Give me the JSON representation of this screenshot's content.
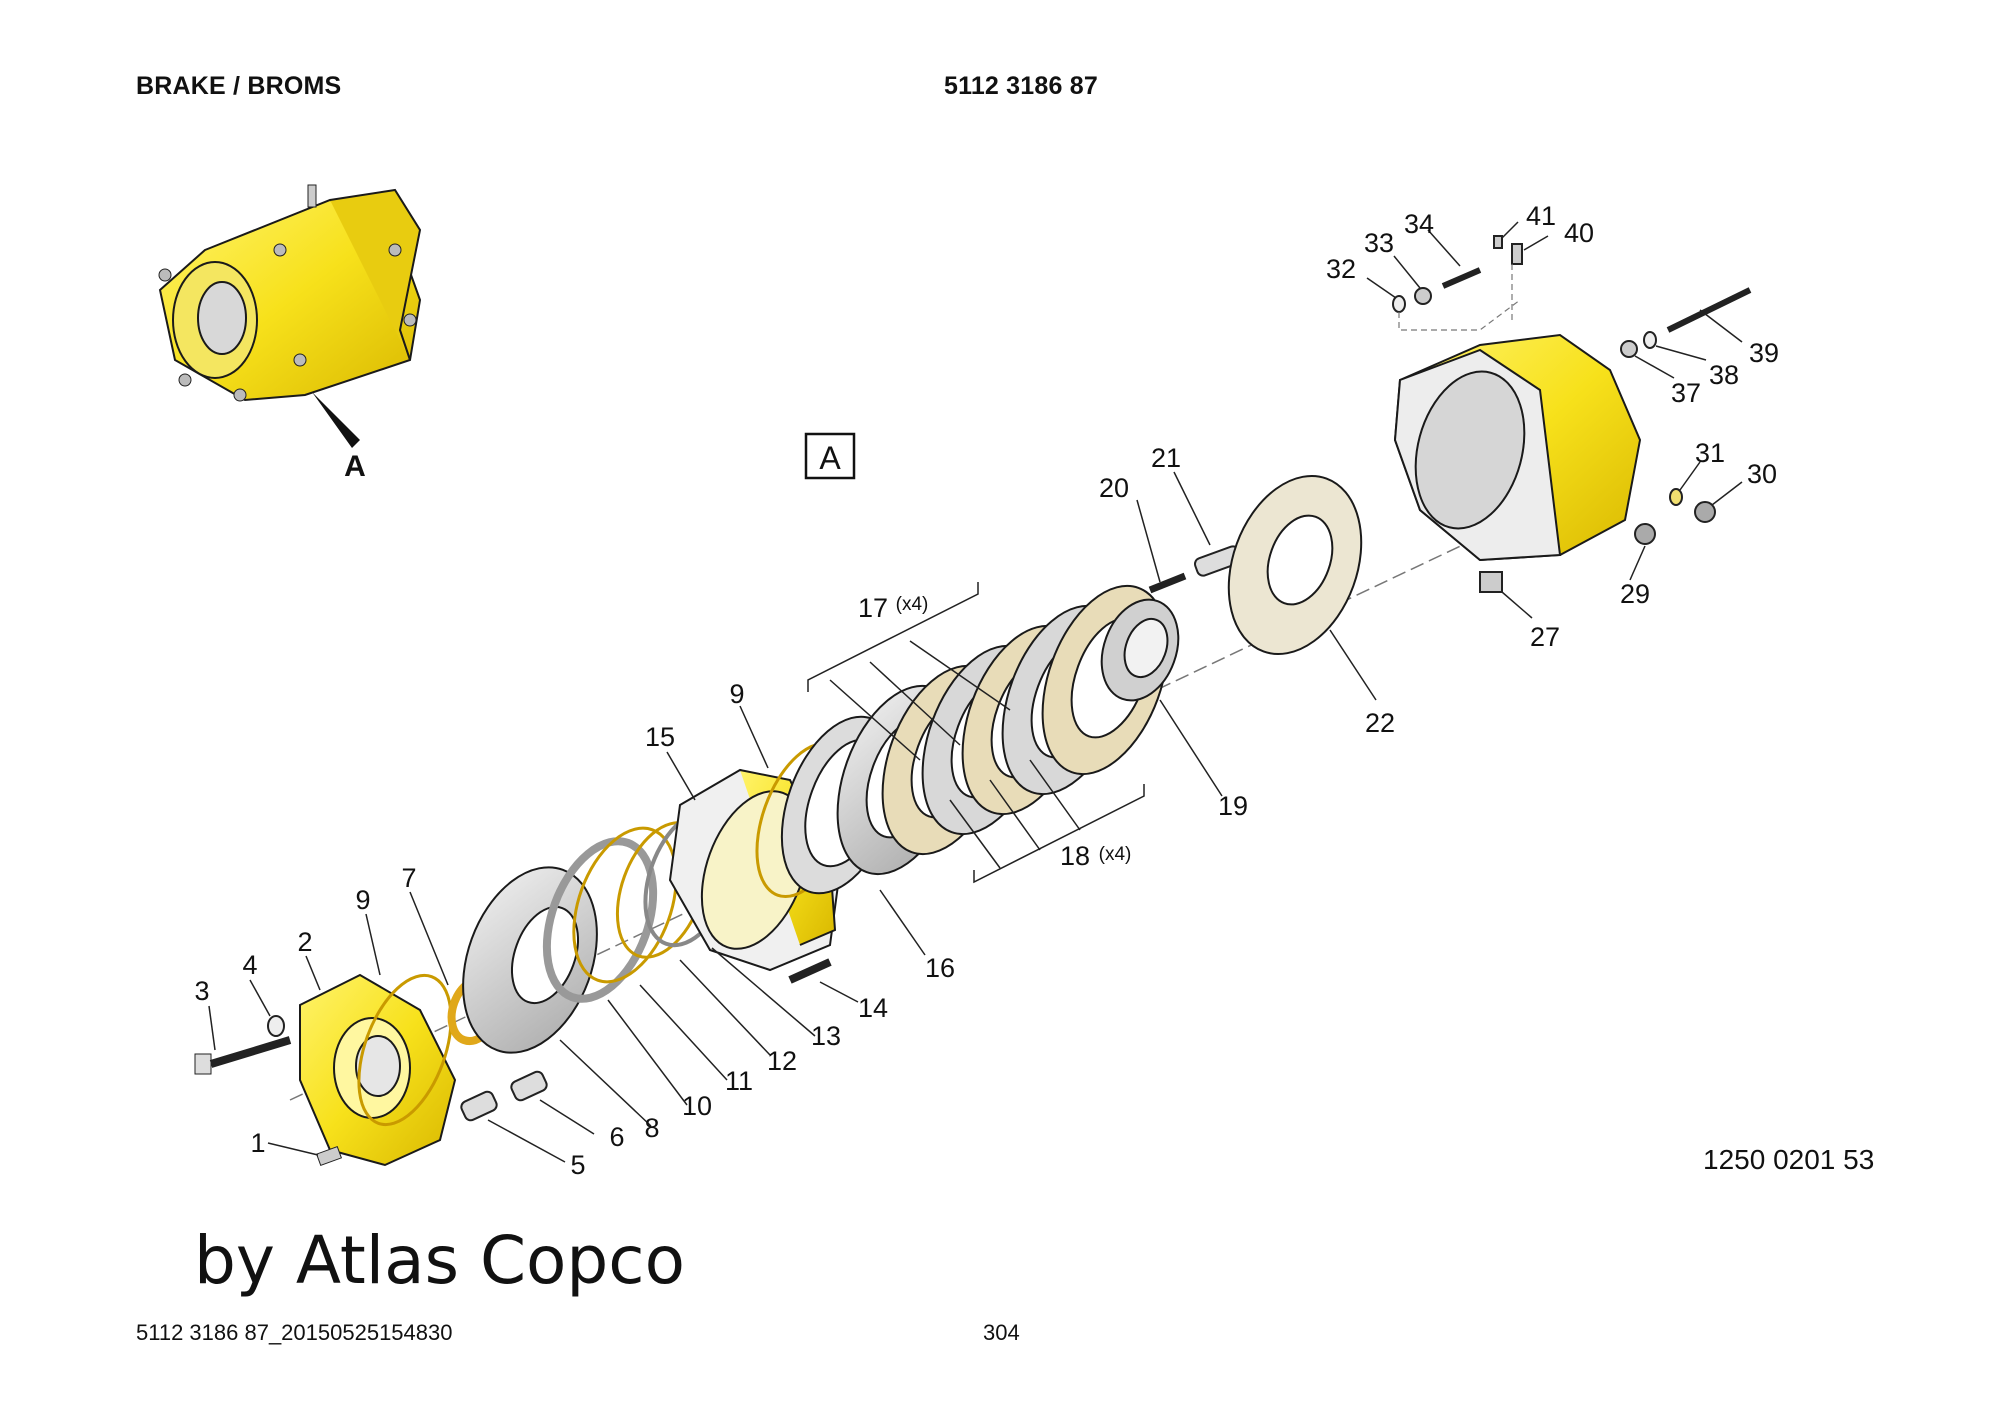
{
  "header": {
    "title": "BRAKE / BROMS",
    "part_number": "5112 3186 87"
  },
  "view_label": "A",
  "inset_label": "A",
  "drawing_ref": "1250 0201 53",
  "watermark": "by Atlas Copco",
  "footer": {
    "doc_id": "5112 3186 87_20150525154830",
    "page": "304"
  },
  "callouts": [
    {
      "text": "1"
    },
    {
      "text": "2"
    },
    {
      "text": "3"
    },
    {
      "text": "4"
    },
    {
      "text": "5"
    },
    {
      "text": "6"
    },
    {
      "text": "7"
    },
    {
      "text": "8"
    },
    {
      "text": "9"
    },
    {
      "text": "10"
    },
    {
      "text": "11"
    },
    {
      "text": "12"
    },
    {
      "text": "13"
    },
    {
      "text": "14"
    },
    {
      "text": "15"
    },
    {
      "text": "16"
    },
    {
      "text": "9"
    },
    {
      "text": "19"
    },
    {
      "text": "20"
    },
    {
      "text": "21"
    },
    {
      "text": "22"
    },
    {
      "text": "27"
    },
    {
      "text": "29"
    },
    {
      "text": "30"
    },
    {
      "text": "31"
    },
    {
      "text": "32"
    },
    {
      "text": "33"
    },
    {
      "text": "34"
    },
    {
      "text": "37"
    },
    {
      "text": "38"
    },
    {
      "text": "39"
    },
    {
      "text": "40"
    },
    {
      "text": "41"
    }
  ],
  "groups": {
    "g17": {
      "number": "17",
      "qty": "(x4)"
    },
    "g18": {
      "number": "18",
      "qty": "(x4)"
    }
  },
  "colors": {
    "yellow": "#f7e11b",
    "yellow_dark": "#c9a800",
    "ring": "#d4a017",
    "disc": "#e8dcb8",
    "grey": "#c8c8c8",
    "line": "#1a1a1a"
  }
}
